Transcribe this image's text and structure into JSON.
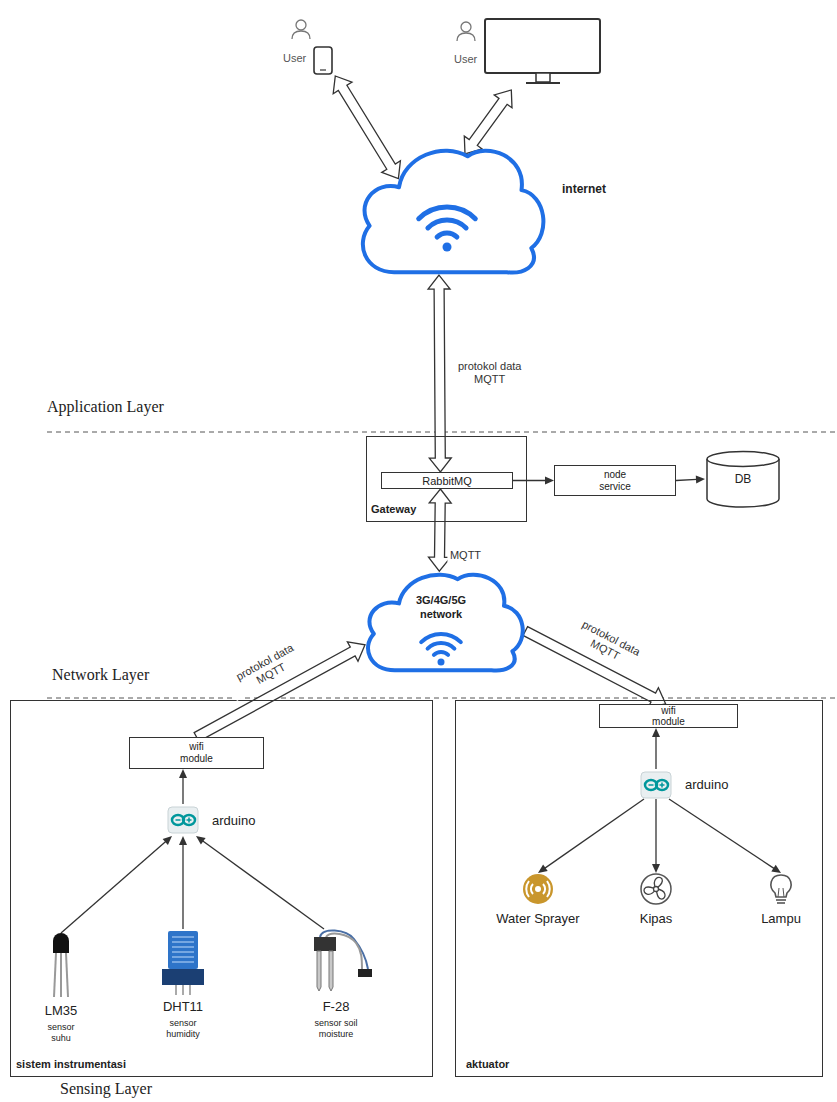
{
  "diagram": {
    "nodes": [
      {
        "text": [
          "User"
        ]
      },
      {
        "text": [
          "User"
        ]
      },
      {
        "text": [
          "internet"
        ]
      },
      {
        "text": [
          "Gateway"
        ]
      },
      {
        "text": [
          "RabbitMQ"
        ],
        "in": 3
      },
      {
        "text": [
          "node service"
        ]
      },
      {
        "text": [
          "DB"
        ]
      },
      {
        "text": [
          "3G/4G/5G network"
        ]
      },
      {
        "text": [
          "sistem instrumentasi"
        ]
      },
      {
        "text": [
          "wifi module"
        ],
        "in": 8
      },
      {
        "text": [
          "arduino"
        ],
        "in": 8
      },
      {
        "text": [
          "LM35",
          "sensor suhu"
        ],
        "in": 8
      },
      {
        "text": [
          "DHT11",
          "sensor humidity"
        ],
        "in": 8
      },
      {
        "text": [
          "F-28",
          "sensor soil moisture"
        ],
        "in": 8
      },
      {
        "text": [
          "aktuator"
        ]
      },
      {
        "text": [
          "wifi module"
        ],
        "in": 14
      },
      {
        "text": [
          "arduino"
        ],
        "in": 14
      },
      {
        "text": [
          "Water Sprayer"
        ],
        "in": 14
      },
      {
        "text": [
          "Kipas"
        ],
        "in": 14
      },
      {
        "text": [
          "Lampu"
        ],
        "in": 14
      }
    ],
    "edges": [
      {
        "from": 0,
        "to": 2,
        "arrow": "both"
      },
      {
        "from": 1,
        "to": 2,
        "arrow": "both"
      },
      {
        "from": 2,
        "to": 4,
        "label": "protokol data MQTT",
        "arrow": "both"
      },
      {
        "from": 4,
        "to": 5,
        "arrow": "to"
      },
      {
        "from": 5,
        "to": 6,
        "arrow": "to"
      },
      {
        "from": 4,
        "to": 7,
        "label": "MQTT",
        "arrow": "both"
      },
      {
        "from": 9,
        "to": 7,
        "label": "protokol data MQTT",
        "arrow": "to"
      },
      {
        "from": 7,
        "to": 15,
        "label": "protokol data MQTT",
        "arrow": "to"
      },
      {
        "from": 10,
        "to": 9,
        "arrow": "to"
      },
      {
        "from": 11,
        "to": 10,
        "arrow": "to"
      },
      {
        "from": 12,
        "to": 10,
        "arrow": "to"
      },
      {
        "from": 13,
        "to": 10,
        "arrow": "to"
      },
      {
        "from": 16,
        "to": 15,
        "arrow": "to"
      },
      {
        "from": 16,
        "to": 17,
        "arrow": "to"
      },
      {
        "from": 16,
        "to": 18,
        "arrow": "to"
      },
      {
        "from": 16,
        "to": 19,
        "arrow": "to"
      }
    ],
    "labels": [
      "Application Layer",
      "Network Layer",
      "Sensing Layer"
    ]
  }
}
